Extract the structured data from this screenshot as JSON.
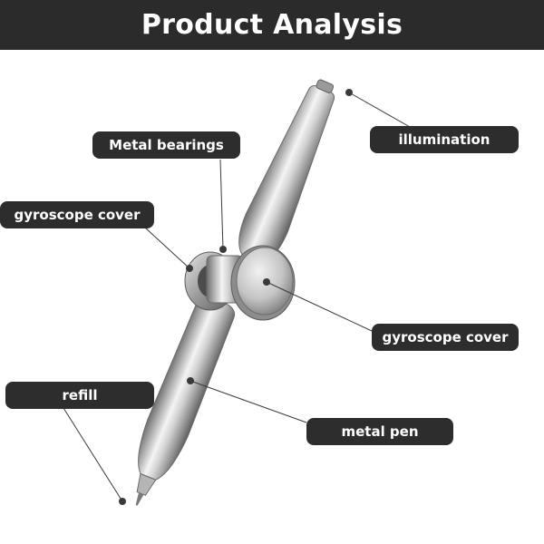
{
  "header": {
    "title": "Product Analysis"
  },
  "labels": {
    "metal_bearings": "Metal bearings",
    "illumination": "illumination",
    "gyroscope_cover_left": "gyroscope cover",
    "gyroscope_cover_right": "gyroscope cover",
    "refill": "refill",
    "metal_pen": "metal pen"
  },
  "colors": {
    "header_bg": "#2b2b2b",
    "label_bg": "#2d2d2d",
    "label_text": "#ffffff",
    "pen_metal": "#b8b8b8"
  }
}
